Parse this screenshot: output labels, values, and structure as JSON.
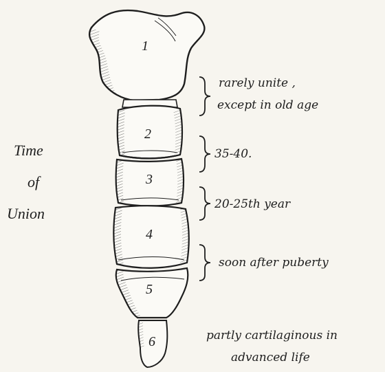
{
  "time_of_union": {
    "line1": "Time",
    "line2": "of",
    "line3": "Union"
  },
  "segments": [
    "1",
    "2",
    "3",
    "4",
    "5",
    "6"
  ],
  "annotations": [
    {
      "line1": "rarely unite ,",
      "line2": "except in old age"
    },
    {
      "line1": "35-40."
    },
    {
      "line1": "20-25th year"
    },
    {
      "line1": "soon after puberty"
    },
    {
      "line1": "partly cartilaginous in",
      "line2": "advanced life"
    }
  ],
  "colors": {
    "ink": "#1e1e1e",
    "paper": "#f7f5ef",
    "bone": "#fbfaf6"
  }
}
